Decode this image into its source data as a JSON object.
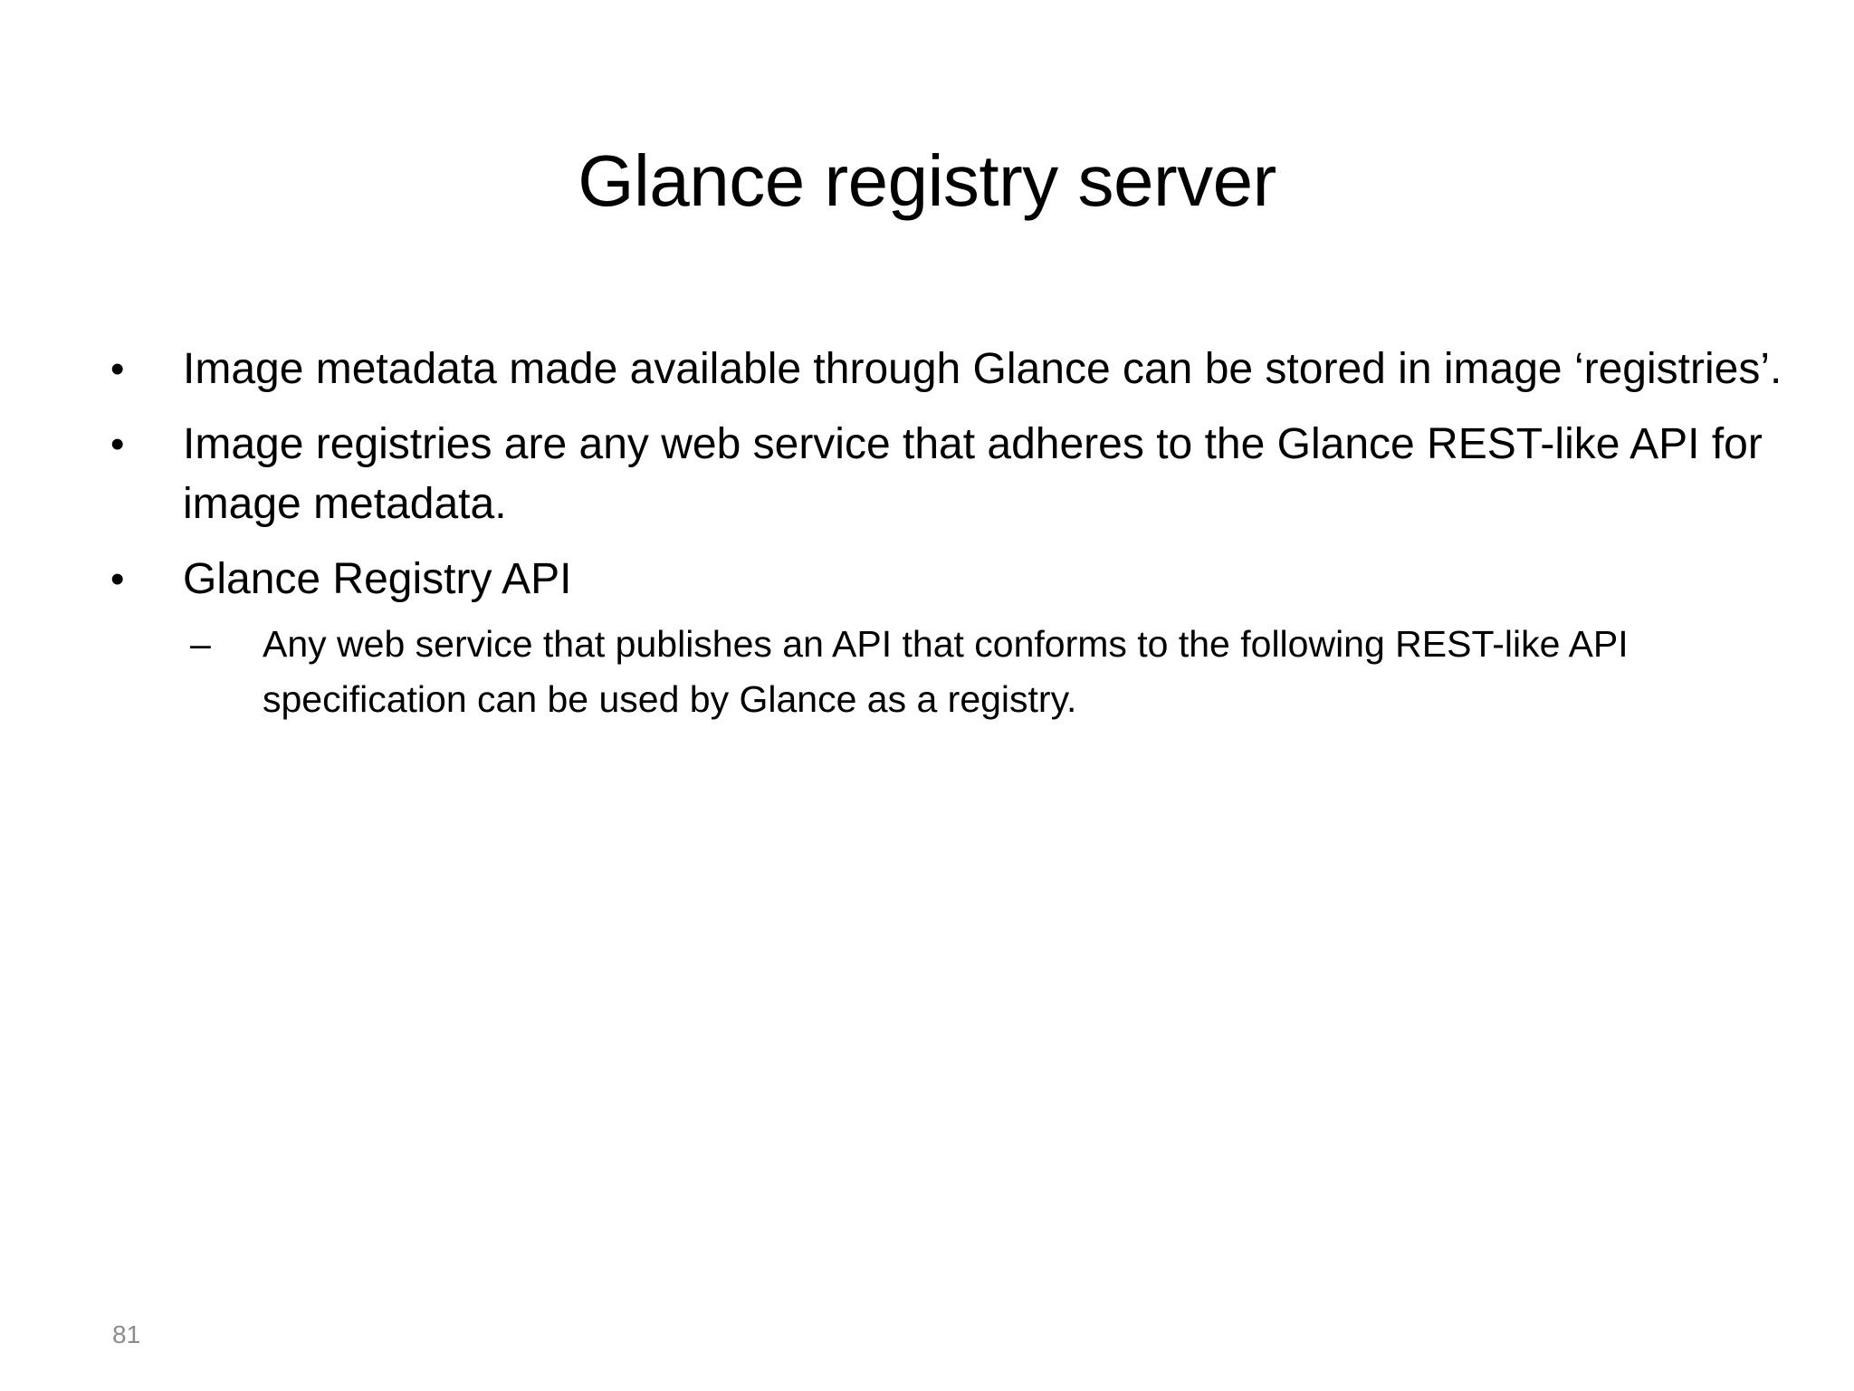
{
  "slide": {
    "title": "Glance registry server",
    "bullets": [
      {
        "marker": "•",
        "text": "Image metadata made available through Glance can be stored in image ‘registries’."
      },
      {
        "marker": "•",
        "text": "Image registries are any web service that adheres to the Glance REST-like API for image metadata."
      },
      {
        "marker": "•",
        "text": "Glance Registry API",
        "sub": [
          {
            "marker": "–",
            "text": "Any web service that publishes an API that conforms to the following REST-like API specification can be used by Glance as a registry."
          }
        ]
      }
    ],
    "page_number": "81"
  }
}
